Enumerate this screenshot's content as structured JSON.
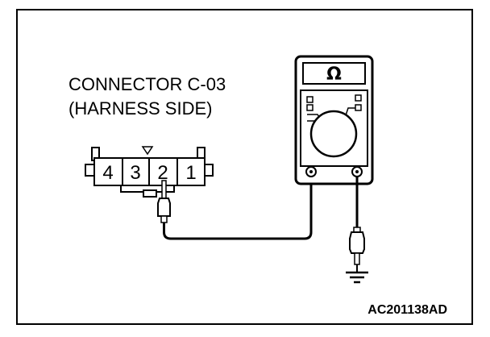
{
  "connector": {
    "title_line1": "CONNECTOR C-03",
    "title_line2": "(HARNESS SIDE)",
    "pins": [
      "4",
      "3",
      "2",
      "1"
    ]
  },
  "meter": {
    "unit_symbol": "Ω"
  },
  "figure_code": "AC201138AD"
}
